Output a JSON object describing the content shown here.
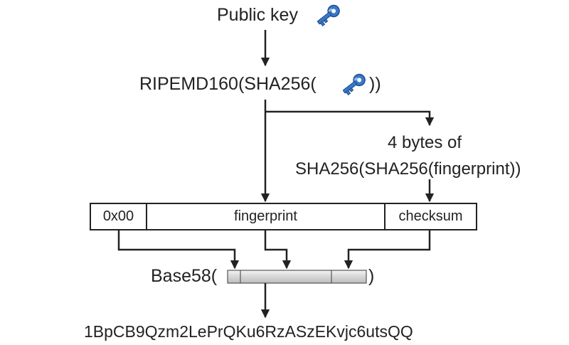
{
  "title": "Public key",
  "hash_prefix": "RIPEMD160(SHA256(",
  "hash_suffix": "))",
  "checksum_line1": "4 bytes of",
  "checksum_line2": "SHA256(SHA256(fingerprint))",
  "fields": {
    "version": "0x00",
    "fingerprint": "fingerprint",
    "checksum": "checksum"
  },
  "encode_prefix": "Base58(",
  "encode_suffix": ")",
  "address": "1BpCB9Qzm2LePrQKu6RzASzEKvjc6utsQQ",
  "icons": {
    "public_key": "key-icon",
    "hash_input": "key-icon"
  },
  "colors": {
    "ink": "#222222",
    "key_blue": "#3b78c9",
    "key_light": "#8fbdf0",
    "bar_fill": "#d9d9d9"
  }
}
